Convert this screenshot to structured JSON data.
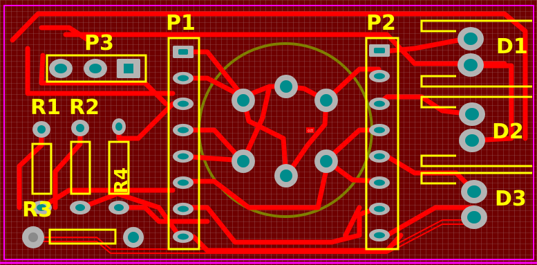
{
  "colors": {
    "background": "#6e0000",
    "grid": "#a27878",
    "trace": "#ff0000",
    "silkscreen": "#ffff00",
    "pad": "#b3b3b3",
    "drill": "#008c8c",
    "outline": "#ff00ff",
    "component_circle": "#7f7f00",
    "center_marker": "#ffffff"
  },
  "labels": {
    "p1": "P1",
    "p2": "P2",
    "p3": "P3",
    "r1": "R1",
    "r2": "R2",
    "r3": "R3",
    "r4": "R4",
    "d1": "D1",
    "d2": "D2",
    "d3": "D3",
    "center": "cct"
  }
}
